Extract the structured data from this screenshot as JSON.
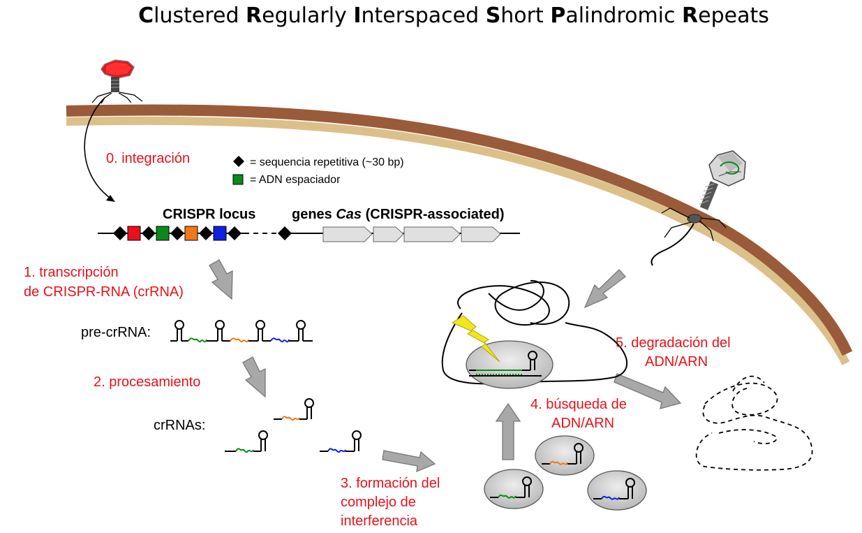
{
  "title": {
    "parts": [
      {
        "initial": "C",
        "rest": "lustered "
      },
      {
        "initial": "R",
        "rest": "egularly "
      },
      {
        "initial": "I",
        "rest": "nterspaced "
      },
      {
        "initial": "S",
        "rest": "hort "
      },
      {
        "initial": "P",
        "rest": "alindromic "
      },
      {
        "initial": "R",
        "rest": "epeats"
      }
    ]
  },
  "legend": {
    "repeat": "= sequencia repetitiva (~30 bp)",
    "spacer": "= ADN espaciador"
  },
  "locus": {
    "crispr_label": "CRISPR locus",
    "cas_prefix": "genes ",
    "cas_italic": "Cas",
    "cas_suffix": " (CRISPR-associated)"
  },
  "steps": {
    "s0": "0. integración",
    "s1_line1": "1.    transcripción",
    "s1_line2": "de CRISPR-RNA (crRNA)",
    "s2": "2. procesamiento",
    "s3_line1": "3. formación del",
    "s3_line2": "complejo de",
    "s3_line3": "interferencia",
    "s4_line1": "4. búsqueda de",
    "s4_line2": "ADN/ARN",
    "s5_line1": "5. degradación del",
    "s5_line2": "ADN/ARN"
  },
  "labels": {
    "pre_crrna": "pre-crRNA:",
    "crrnas": "crRNAs:"
  },
  "colors": {
    "step_text": "#e8111a",
    "membrane_outer": "#9a5b3a",
    "membrane_inner": "#dcc08a",
    "spacer_red": "#e8111a",
    "spacer_green": "#0a8a1a",
    "spacer_orange": "#f07818",
    "spacer_blue": "#1020e0",
    "arrow_fill": "#a8a8a8",
    "complex_fill": "#d4d4d4",
    "lightning": "#f0e81a",
    "cas_gene_fill": "#e0e0e0"
  },
  "icons": [
    "phage-icon",
    "lightning-icon",
    "repeat-diamond-icon",
    "spacer-square-icon"
  ]
}
